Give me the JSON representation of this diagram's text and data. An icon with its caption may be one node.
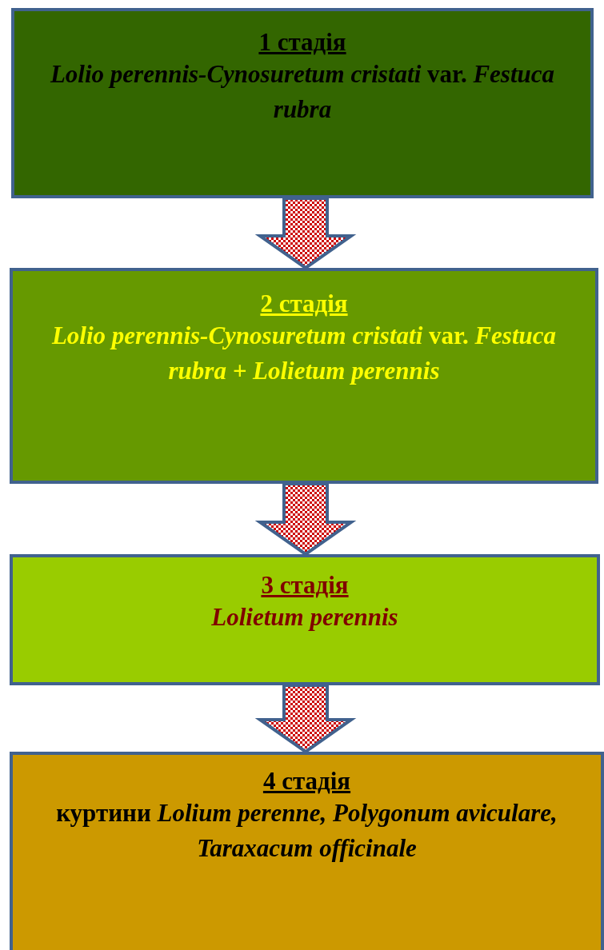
{
  "diagram": {
    "nodes": [
      {
        "text": [
          "1 стадія",
          "*Lolio perennis-Cynosuretum cristati* var. *Festuca rubra*"
        ]
      },
      {
        "text": [
          "2 стадія",
          "*Lolio perennis-Cynosuretum cristati* var. *Festuca rubra + Lolietum perennis*"
        ]
      },
      {
        "text": [
          "3 стадія",
          "*Lolietum perennis*"
        ]
      },
      {
        "text": [
          "4 стадія",
          "куртини *Lolium perenne, Polygonum aviculare, Taraxacum officinale*"
        ]
      }
    ],
    "edges": [
      {
        "from": 0,
        "to": 1,
        "arrow": "to"
      },
      {
        "from": 1,
        "to": 2,
        "arrow": "to"
      },
      {
        "from": 2,
        "to": 3,
        "arrow": "to"
      }
    ]
  }
}
